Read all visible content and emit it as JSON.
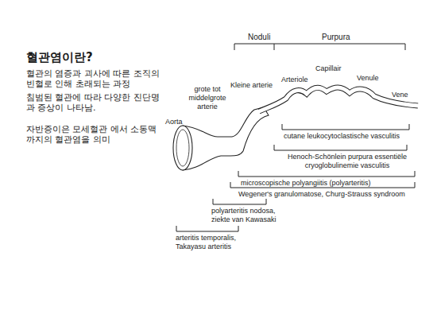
{
  "diagram": {
    "title": "혈관염이란?",
    "labels": [
      "혈관의 염증과 괴사에 따른 조직의 빈혈로 인해 초래되는 과정",
      "침범된 혈관에 따라 다양한 진단명과 증상이 나타남.",
      "자반증이은 모세혈관 에서 소동맥 까지의 혈관염을 의미",
      "Noduli",
      "Purpura",
      "grote tot middelgrote arterie",
      "Kleine arterie",
      "Arteriole",
      "Capillair",
      "Venule",
      "Vene",
      "Aorta",
      "cutane leukocytoclastische vasculitis",
      "Henoch-Schönlein purpura essentiële cryoglobulinemie vasculitis",
      "microscopische polyangiitis (polyarteritis)",
      "Wegener's granulomatose, Churg-Strauss syndroom",
      "polyarteritis nodosa, ziekte van Kawasaki",
      "arteritis temporalis, Takayasu arteritis"
    ]
  }
}
